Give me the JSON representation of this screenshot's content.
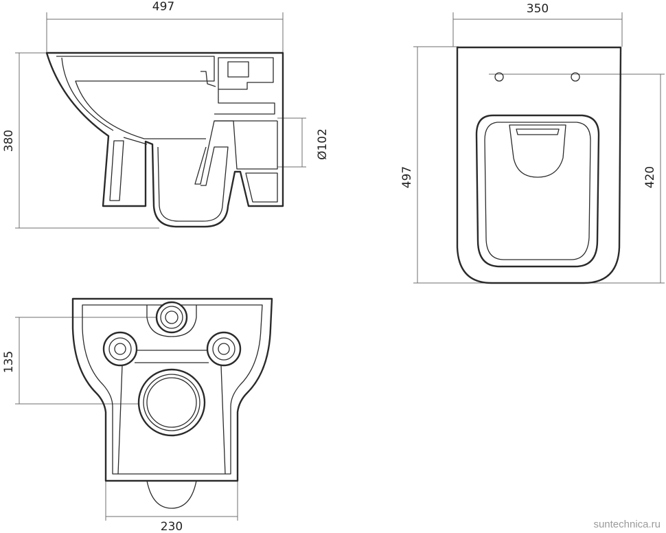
{
  "dimensions": {
    "side_width": "497",
    "side_height": "380",
    "outlet_diameter": "Ø102",
    "top_width": "350",
    "top_length": "497",
    "seat_length": "420",
    "mount_spacing": "135",
    "back_width": "230"
  },
  "watermark": "suntechnica.ru",
  "colors": {
    "line": "#2a2a2a",
    "dimension_line": "#6d6d6d",
    "text": "#222222",
    "watermark": "#9a9a9a"
  }
}
